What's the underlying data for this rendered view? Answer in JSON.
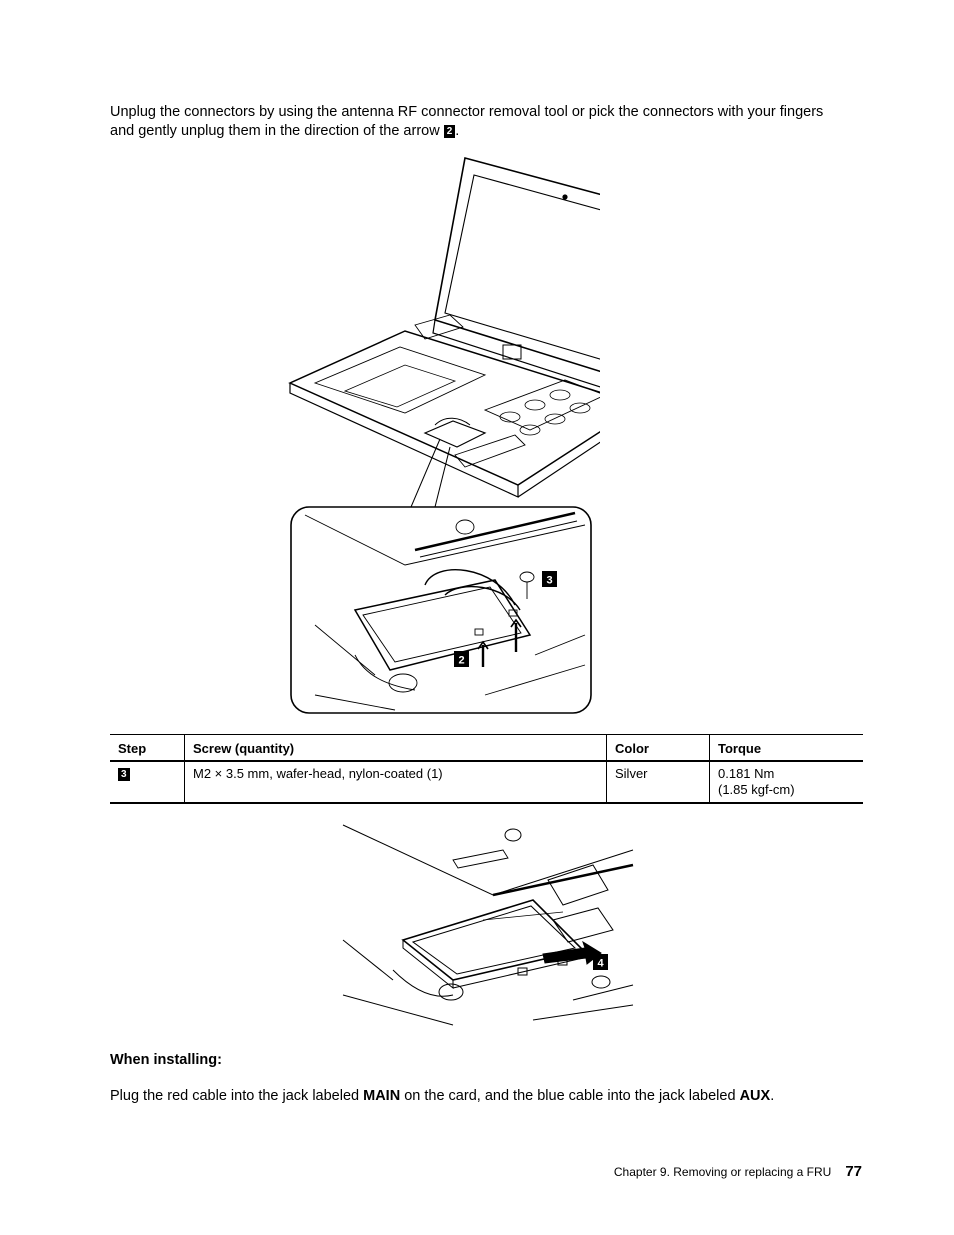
{
  "intro": {
    "text": "Unplug the connectors by using the antenna RF connector removal tool or pick the connectors with your fingers and gently unplug them in the direction of the arrow",
    "badge": "2",
    "end": "."
  },
  "figure1": {
    "callout_2": "2",
    "callout_3": "3"
  },
  "table": {
    "headers": [
      "Step",
      "Screw (quantity)",
      "Color",
      "Torque"
    ],
    "rows": [
      {
        "step": "3",
        "screw": "M2 × 3.5 mm, wafer-head, nylon-coated (1)",
        "color": "Silver",
        "torque_1": "0.181 Nm",
        "torque_2": "(1.85 kgf-cm)"
      }
    ]
  },
  "figure2": {
    "callout_4": "4"
  },
  "installing": {
    "heading": "When installing:",
    "text_1": "Plug the red cable into the jack labeled ",
    "main_label": "MAIN",
    "text_2": " on the card, and the blue cable into the jack labeled ",
    "aux_label": "AUX",
    "text_3": "."
  },
  "footer": {
    "chapter": "Chapter 9.  Removing or replacing a FRU",
    "page": "77"
  }
}
